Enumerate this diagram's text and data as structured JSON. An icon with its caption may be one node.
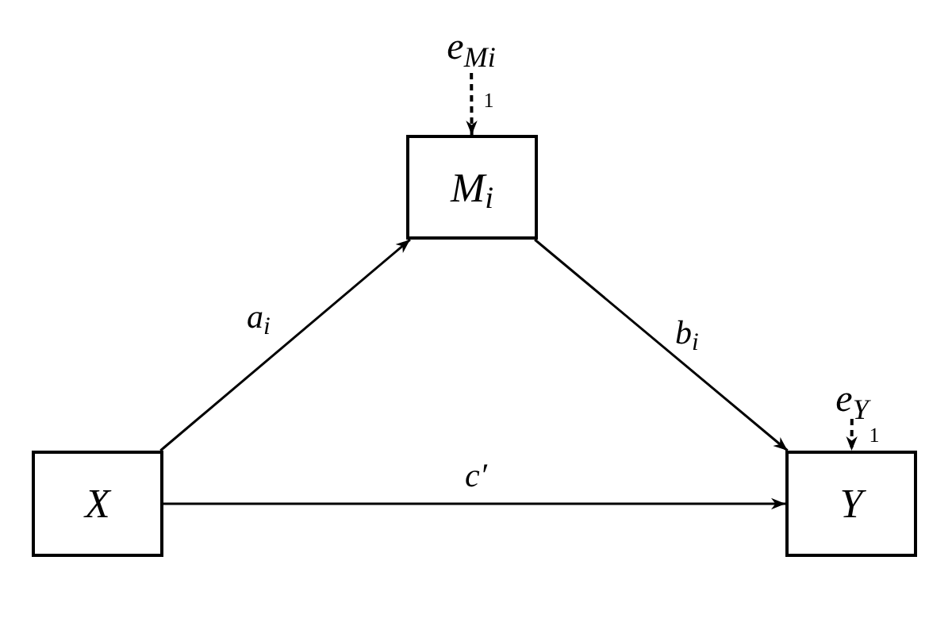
{
  "diagram": {
    "nodes": [
      {
        "text": [
          "X"
        ]
      },
      {
        "text": [
          "M$_{i}$"
        ]
      },
      {
        "text": [
          "Y"
        ]
      },
      {
        "text": [
          "e$_{M}$$_{i}$"
        ]
      },
      {
        "text": [
          "e$_{Y}$"
        ]
      }
    ],
    "edges": [
      {
        "from": 0,
        "to": 1,
        "arrow": "to",
        "label": "a$_{i}$"
      },
      {
        "from": 1,
        "to": 2,
        "arrow": "to",
        "label": "b$_{i}$"
      },
      {
        "from": 0,
        "to": 2,
        "arrow": "to",
        "label": "c′"
      },
      {
        "from": 3,
        "to": 1,
        "arrow": "to",
        "label": "1",
        "style": "dashed"
      },
      {
        "from": 4,
        "to": 2,
        "arrow": "to",
        "label": "1",
        "style": "dashed"
      }
    ]
  }
}
